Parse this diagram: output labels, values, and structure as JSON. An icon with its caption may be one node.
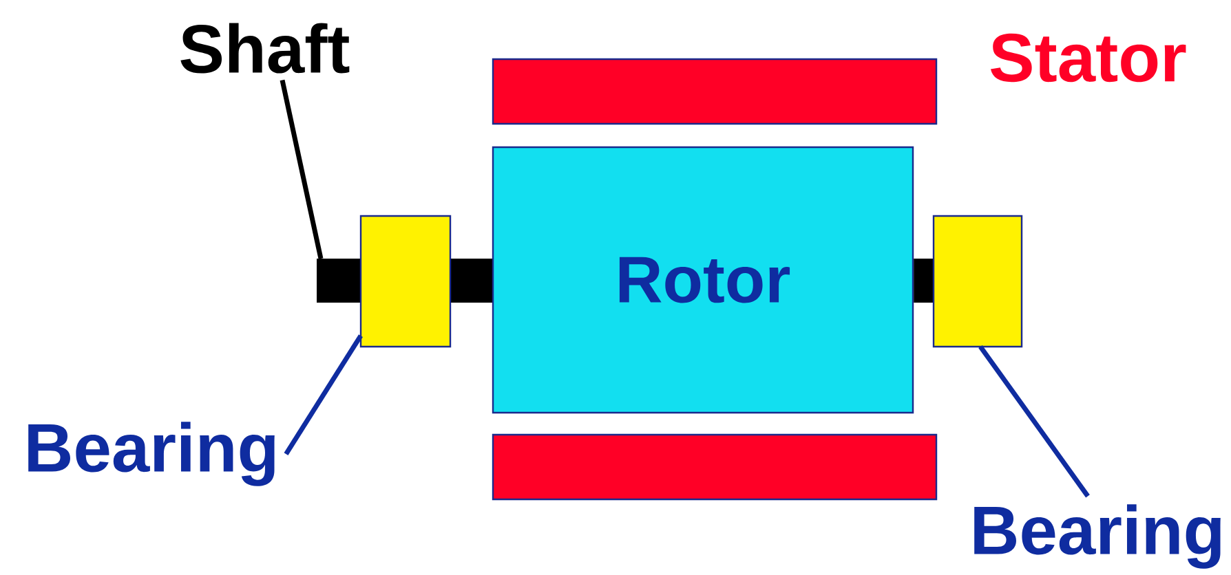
{
  "diagram": {
    "nodes": [
      {
        "text": [
          "Shaft"
        ]
      },
      {
        "text": [],
        "shape": "bar"
      },
      {
        "text": [],
        "shape": "box"
      },
      {
        "text": [
          "Rotor"
        ]
      },
      {
        "text": [],
        "shape": "box"
      },
      {
        "text": [],
        "shape": "box"
      },
      {
        "text": [],
        "shape": "box"
      },
      {
        "text": [
          "Bearing"
        ]
      },
      {
        "text": [
          "Bearing"
        ]
      }
    ],
    "edges": [
      {
        "from": 0,
        "to": 1,
        "arrow": "none",
        "color": "#000000"
      },
      {
        "from": 7,
        "to": 4,
        "arrow": "none"
      },
      {
        "from": 8,
        "to": 5,
        "arrow": "none"
      }
    ],
    "labels": [
      "Stator"
    ]
  }
}
